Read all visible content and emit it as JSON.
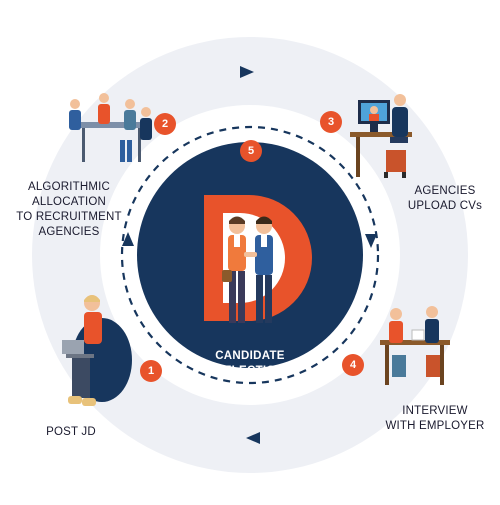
{
  "colors": {
    "navy": "#17365d",
    "accent": "#e8532b",
    "ring": "#e9ecf3",
    "background": "#ffffff"
  },
  "steps": [
    {
      "number": "1",
      "label": "POST JD"
    },
    {
      "number": "2",
      "label": "ALGORITHMIC\nALLOCATION\nTO RECRUITMENT\nAGENCIES"
    },
    {
      "number": "3",
      "label": "AGENCIES\nUPLOAD CVs"
    },
    {
      "number": "4",
      "label": "INTERVIEW\nWITH EMPLOYER"
    },
    {
      "number": "5",
      "label": "CANDIDATE\nSELECTION"
    }
  ],
  "icons": {
    "team_meeting": "team-meeting-illustration",
    "cv_upload": "video-call-illustration",
    "interview": "interview-illustration",
    "post_jd": "laptop-user-illustration",
    "handshake": "handshake-illustration",
    "logo": "d-logo"
  }
}
